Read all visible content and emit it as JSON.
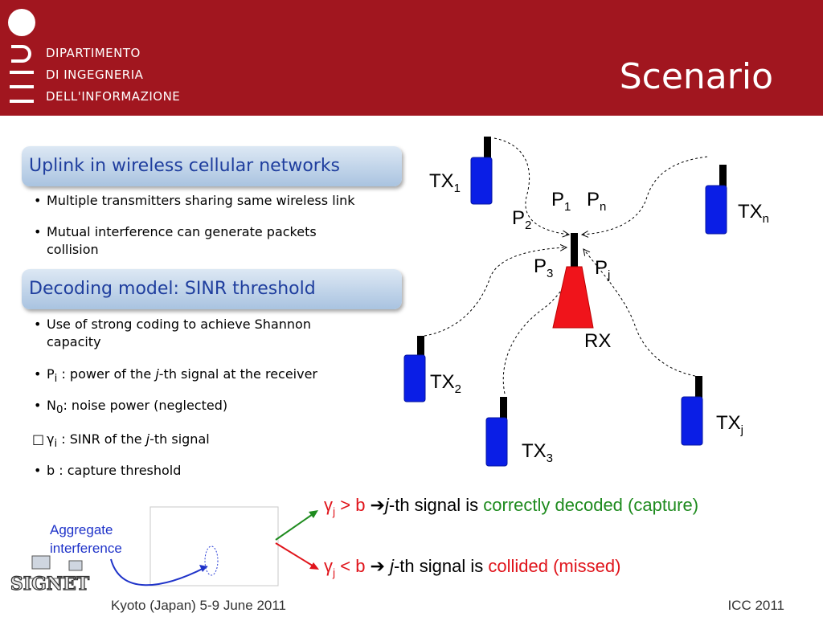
{
  "header": {
    "dept_lines": [
      "DIPARTIMENTO",
      "DI INGEGNERIA",
      "DELL'INFORMAZIONE"
    ],
    "title": "Scenario",
    "color": "#a1161f"
  },
  "boxes": {
    "uplink_title": "Uplink in wireless cellular networks",
    "decoding_title": "Decoding model: SINR threshold"
  },
  "bullets": {
    "b1": "Multiple transmitters sharing same wireless link",
    "b2a": "Mutual interference can generate packets",
    "b2b": "collision",
    "b3a": "Use of strong coding to achieve Shannon",
    "b3b": "capacity",
    "b4_pre": "P",
    "b4_sub": "i",
    "b4_mid": " : power of the ",
    "b4_j": "j",
    "b4_post": "-th signal at the receiver",
    "b5_pre": "N",
    "b5_sub": "0",
    "b5_post": ": noise power (neglected)",
    "b6_gamma": "γ",
    "b6_sub": "i",
    "b6_mid": "  : SINR of the ",
    "b6_j": "j",
    "b6_post": "-th signal",
    "b7": "b   : capture threshold",
    "bullet_char": "•",
    "missing_glyph": "□"
  },
  "diagram": {
    "tx1": "TX",
    "tx1_sub": "1",
    "txn": "TX",
    "txn_sub": "n",
    "tx2": "TX",
    "tx2_sub": "2",
    "tx3": "TX",
    "tx3_sub": "3",
    "txj": "TX",
    "txj_sub": "j",
    "rx": "RX",
    "p1": "P",
    "p1_sub": "1",
    "pn": "P",
    "pn_sub": "n",
    "p2": "P",
    "p2_sub": "2",
    "p3": "P",
    "p3_sub": "3",
    "pj": "P",
    "pj_sub": "j",
    "tx_color": "#0a1ee6",
    "rx_color": "#f0141b"
  },
  "outcomes": {
    "capture": {
      "gamma": "γ",
      "sub": "j",
      "cmp": " > b ",
      "arrow": "➔",
      "j": "j",
      "txt": "-th signal is ",
      "result": "correctly decoded (capture)"
    },
    "missed": {
      "gamma": "γ",
      "sub": "j",
      "cmp": " < b ",
      "arrow": "➔",
      "j": " j",
      "txt": "-th signal is ",
      "result": "collided (missed)"
    }
  },
  "aggregate": {
    "line1": "Aggregate",
    "line2": "interference"
  },
  "logo_text": "SIGNET",
  "footer": {
    "left": "Kyoto (Japan) 5-9 June 2011",
    "right": "ICC 2011"
  }
}
